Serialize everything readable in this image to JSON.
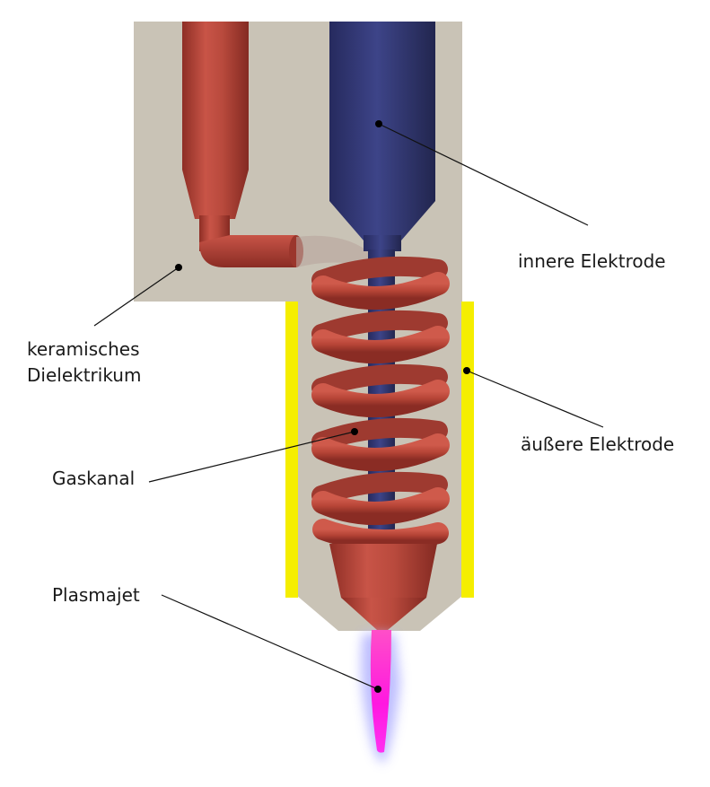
{
  "labels": {
    "inner_electrode": "innere Elektrode",
    "ceramic_line1": "keramisches",
    "ceramic_line2": "Dielektrikum",
    "outer_electrode": "äußere Elektrode",
    "gas_channel": "Gaskanal",
    "plasma_jet": "Plasmajet"
  },
  "colors": {
    "ceramic": "#c9c3b6",
    "gas_channel": "#b8473a",
    "inner_electrode": "#2e3470",
    "outer_electrode": "#f5ee00",
    "plasma": "#ff1fd6",
    "plasma_glow": "#b8b8ff",
    "leader_line": "#111111"
  }
}
